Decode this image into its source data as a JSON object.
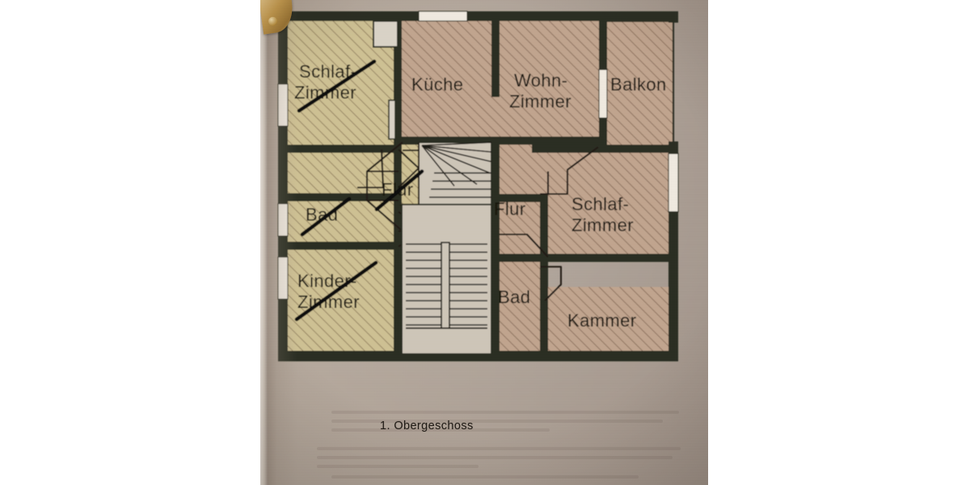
{
  "page": {
    "caption": "1. Obergeschoss",
    "background_color": "#ada095",
    "letterbox_color": "#ffffff"
  },
  "plan": {
    "title": "1. Obergeschoss",
    "wall_color": "#2b2d22",
    "apartment_fill_color": "#cdc099",
    "other_fill_color": "#bfa28d",
    "hatch_color": "#6b5a49",
    "strikethrough_color": "#141210",
    "rooms": [
      {
        "id": "schlafzimmer-left",
        "label_line1": "Schlaf-",
        "label_line2": "Zimmer",
        "zone": "apartment",
        "struck": true
      },
      {
        "id": "kueche",
        "label_line1": "Küche",
        "label_line2": "",
        "zone": "other",
        "struck": false
      },
      {
        "id": "wohnzimmer",
        "label_line1": "Wohn-",
        "label_line2": "Zimmer",
        "zone": "other",
        "struck": false
      },
      {
        "id": "balkon",
        "label_line1": "Balkon",
        "label_line2": "",
        "zone": "other",
        "struck": false
      },
      {
        "id": "bad-left",
        "label_line1": "Bad",
        "label_line2": "",
        "zone": "apartment",
        "struck": true
      },
      {
        "id": "flur-left",
        "label_line1": "Flur",
        "label_line2": "",
        "zone": "apartment",
        "struck": true
      },
      {
        "id": "kinderzimmer",
        "label_line1": "Kinder-",
        "label_line2": "Zimmer",
        "zone": "apartment",
        "struck": true
      },
      {
        "id": "flur-right",
        "label_line1": "Flur",
        "label_line2": "",
        "zone": "other",
        "struck": false
      },
      {
        "id": "schlafzimmer-right",
        "label_line1": "Schlaf-",
        "label_line2": "Zimmer",
        "zone": "other",
        "struck": false
      },
      {
        "id": "bad-right",
        "label_line1": "Bad",
        "label_line2": "",
        "zone": "other",
        "struck": false
      },
      {
        "id": "kammer",
        "label_line1": "Kammer",
        "label_line2": "",
        "zone": "other",
        "struck": false
      }
    ],
    "features": {
      "staircase_winder": "winder-stair-upper",
      "staircase_straight": "straight-stair-lower",
      "window_count": 9,
      "door_swing_count": 7
    }
  }
}
